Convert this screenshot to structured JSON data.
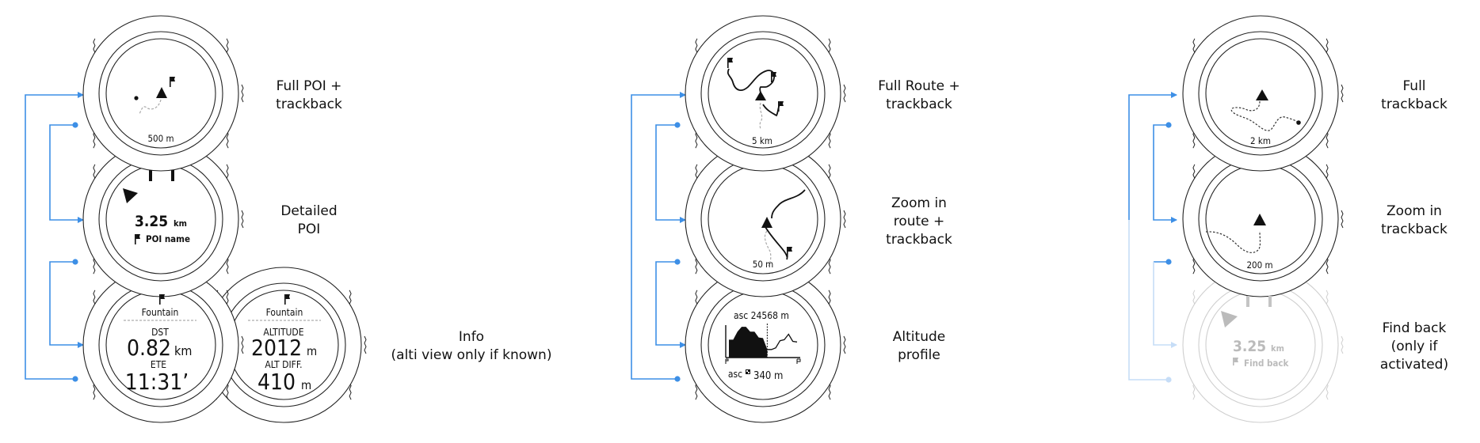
{
  "colors": {
    "accent": "#3d8fe6",
    "accent_faded": "#c6ddf7",
    "ink": "#111111",
    "faded_ink": "#bbbbbb",
    "track": "#999999"
  },
  "columns": [
    {
      "name": "poi",
      "screens": [
        {
          "id": "full-poi",
          "label": [
            "Full POI +",
            "trackback"
          ],
          "scale": "500 m"
        },
        {
          "id": "detailed-poi",
          "label": [
            "Detailed",
            "POI"
          ],
          "distance": "3.25",
          "unit": "km",
          "poi_name": "POI name"
        },
        {
          "id": "info",
          "label": [
            "Info",
            "(alti view only if known)"
          ],
          "left": {
            "title": "Fountain",
            "dst_label": "DST",
            "dst_value": "0.82",
            "dst_unit": "km",
            "ete_label": "ETE",
            "ete_value": "11:31’"
          },
          "right": {
            "title": "Fountain",
            "alt_label": "ALTITUDE",
            "alt_value": "2012",
            "alt_unit": "m",
            "diff_label": "ALT DIFF.",
            "diff_value": "410",
            "diff_unit": "m"
          }
        }
      ]
    },
    {
      "name": "route",
      "screens": [
        {
          "id": "full-route",
          "label": [
            "Full Route +",
            "trackback"
          ],
          "scale": "5 km"
        },
        {
          "id": "zoom-route",
          "label": [
            "Zoom in",
            "route +",
            "trackback"
          ],
          "scale": "50 m"
        },
        {
          "id": "altitude-profile",
          "label": [
            "Altitude",
            "profile"
          ],
          "asc_total": "asc  24568 m",
          "asc_prefix": "asc",
          "asc_remaining": "340 m",
          "profile": [
            0.55,
            0.55,
            0.8,
            0.95,
            0.95,
            0.8,
            0.8,
            0.62,
            0.6,
            0.25,
            0.25,
            0.3,
            0.52,
            0.55,
            0.72,
            0.5,
            0.48
          ]
        }
      ]
    },
    {
      "name": "trackback",
      "screens": [
        {
          "id": "full-trackback",
          "label": [
            "Full",
            "trackback"
          ],
          "scale": "2 km"
        },
        {
          "id": "zoom-trackback",
          "label": [
            "Zoom in",
            "trackback"
          ],
          "scale": "200 m"
        },
        {
          "id": "find-back",
          "label": [
            "Find back",
            "(only if",
            "activated)"
          ],
          "distance": "3.25",
          "unit": "km",
          "target": "Find back"
        }
      ]
    }
  ]
}
